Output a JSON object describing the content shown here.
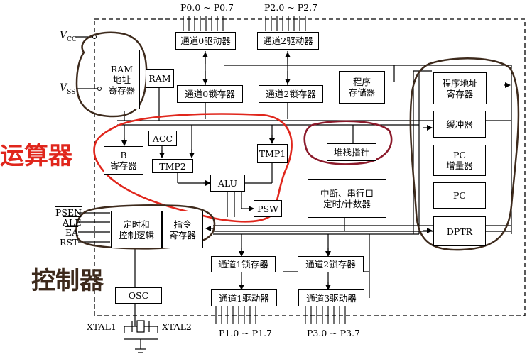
{
  "ports": {
    "p0": "P0.0 ~ P0.7",
    "p2": "P2.0 ~ P2.7",
    "p1": "P1.0 ~ P1.7",
    "p3": "P3.0 ~ P3.7"
  },
  "power": {
    "vcc_main": "V",
    "vcc_sub": "CC",
    "vss_main": "V",
    "vss_sub": "SS"
  },
  "blocks": {
    "drv0": "通道0驱动器",
    "drv2": "通道2驱动器",
    "ram_addr": "RAM\n地址\n寄存器",
    "ram": "RAM",
    "latch0": "通道0锁存器",
    "latch2": "通道2锁存器",
    "prog_mem": "程序\n存储器",
    "prog_addr": "程序地址\n寄存器",
    "buffer": "缓冲器",
    "acc": "ACC",
    "b_reg": "B\n寄存器",
    "tmp2": "TMP2",
    "tmp1": "TMP1",
    "alu": "ALU",
    "psw": "PSW",
    "stack": "堆栈指针",
    "pc_inc": "PC\n增量器",
    "pc": "PC",
    "dptr": "DPTR",
    "interrupt": "中断、串行口\n定时/计数器",
    "timing": "定时和\n控制逻辑",
    "instr_reg": "指令\n寄存器",
    "latch1": "通道1锁存器",
    "latch3": "通道2锁存器",
    "drv1": "通道1驱动器",
    "drv3": "通道3驱动器",
    "osc": "OSC"
  },
  "pins": {
    "psen": "PSEN",
    "ale": "ALE",
    "ea": "EA",
    "rst": "RST",
    "xtal1": "XTAL1",
    "xtal2": "XTAL2"
  },
  "annotations": {
    "alu_group": "运算器",
    "control_group": "控制器"
  },
  "colors": {
    "red_ink": "#e0261c",
    "dark_red_ink": "#8b1a2b",
    "brown_ink": "#3d2a1c",
    "line": "#000000"
  }
}
